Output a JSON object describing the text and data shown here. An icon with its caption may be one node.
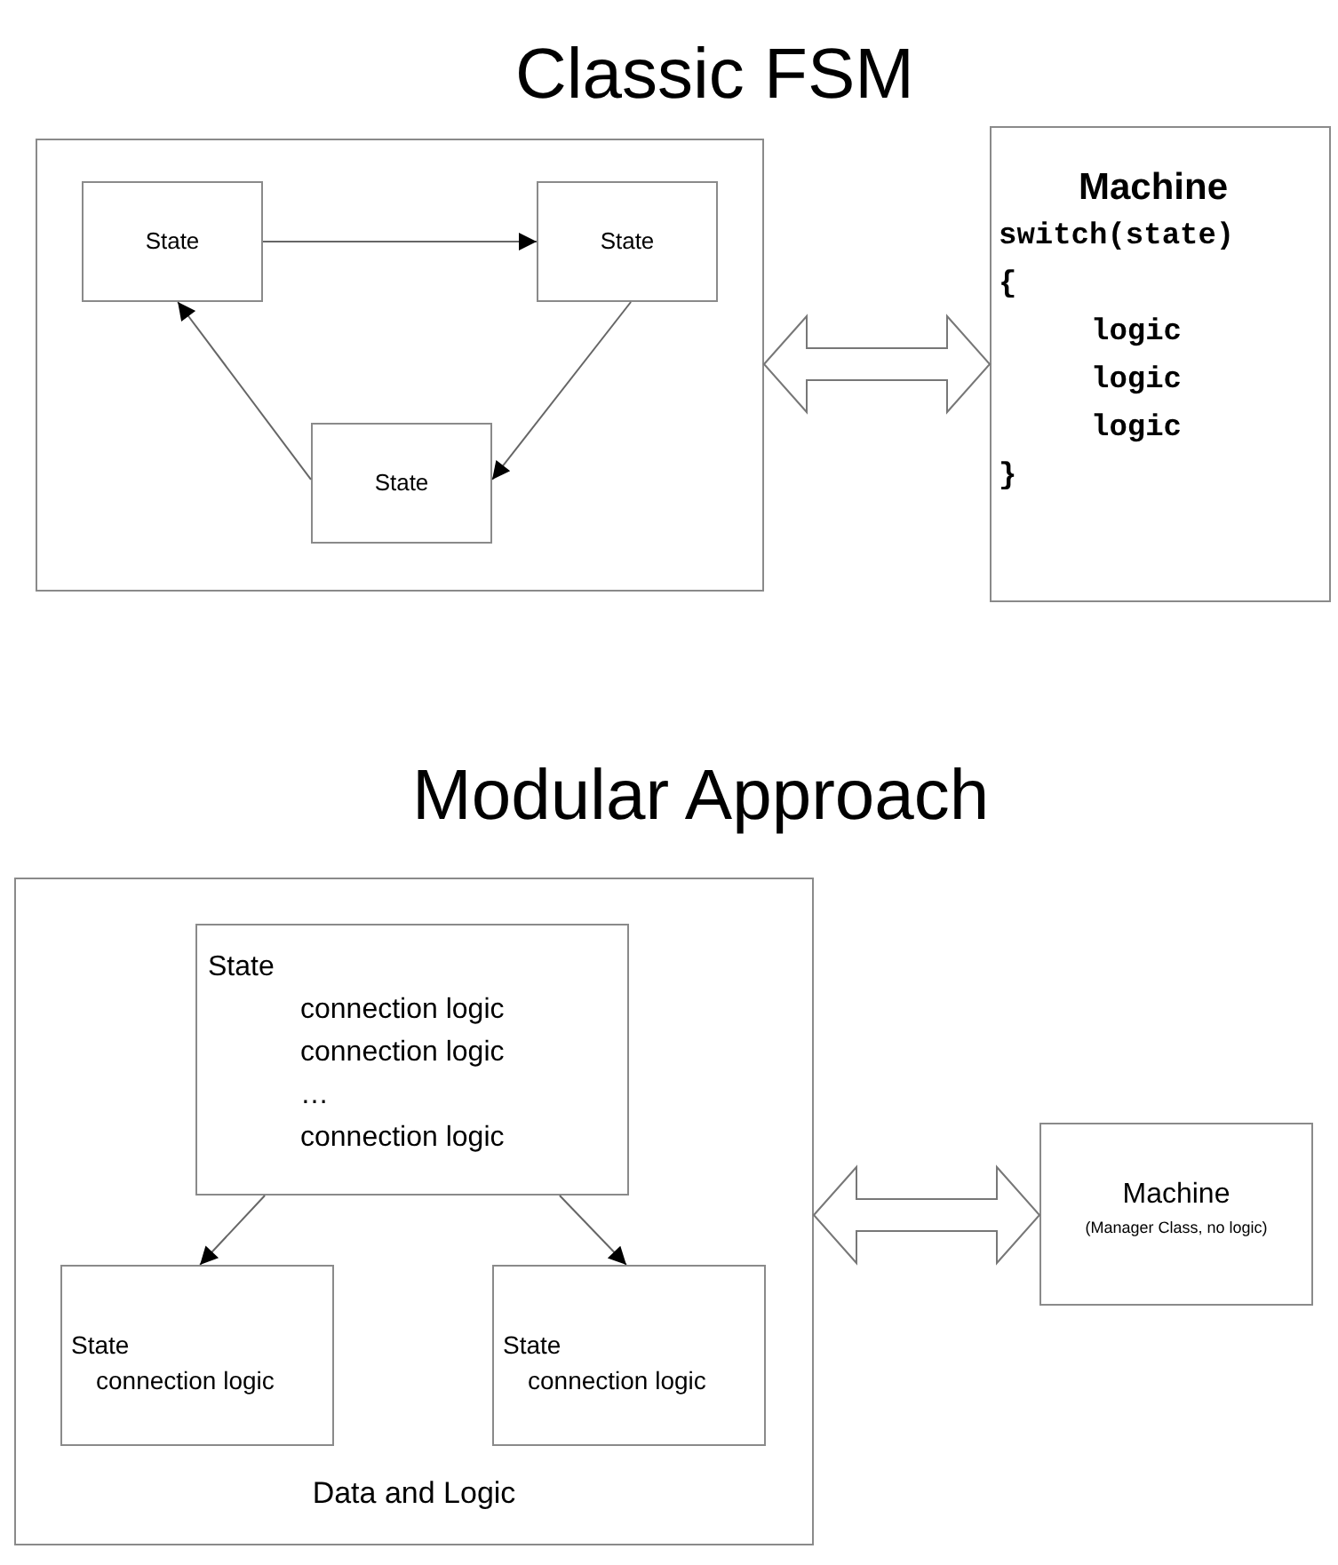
{
  "diagram": {
    "title": "Classic FSM",
    "nodes": [
      {
        "text": [],
        "shape": "box"
      },
      {
        "text": [
          "State"
        ],
        "in": 0
      },
      {
        "text": [
          "State"
        ],
        "in": 0
      },
      {
        "text": [
          "State"
        ],
        "in": 0
      },
      {
        "text": [
          "Machine",
          "switch(state)",
          "{",
          "logic",
          "logic",
          "logic",
          "}"
        ]
      },
      {
        "text": [
          "Data and Logic"
        ]
      },
      {
        "text": [
          "State",
          "connection logic",
          "connection logic",
          "…",
          "connection logic"
        ],
        "in": 5
      },
      {
        "text": [
          "State",
          "connection logic"
        ],
        "in": 5
      },
      {
        "text": [
          "State",
          "connection logic"
        ],
        "in": 5
      },
      {
        "text": [
          "Machine",
          "(Manager Class, no logic)"
        ]
      }
    ],
    "edges": [
      {
        "from": 1,
        "to": 2,
        "arrow": "to"
      },
      {
        "from": 2,
        "to": 3,
        "arrow": "to"
      },
      {
        "from": 3,
        "to": 1,
        "arrow": "to"
      },
      {
        "from": 0,
        "to": 4,
        "arrow": "both",
        "style": "thick"
      },
      {
        "from": 6,
        "to": 7,
        "arrow": "to"
      },
      {
        "from": 6,
        "to": 8,
        "arrow": "to"
      },
      {
        "from": 5,
        "to": 9,
        "arrow": "both",
        "style": "thick"
      }
    ],
    "labels": [
      "Modular Approach"
    ]
  }
}
